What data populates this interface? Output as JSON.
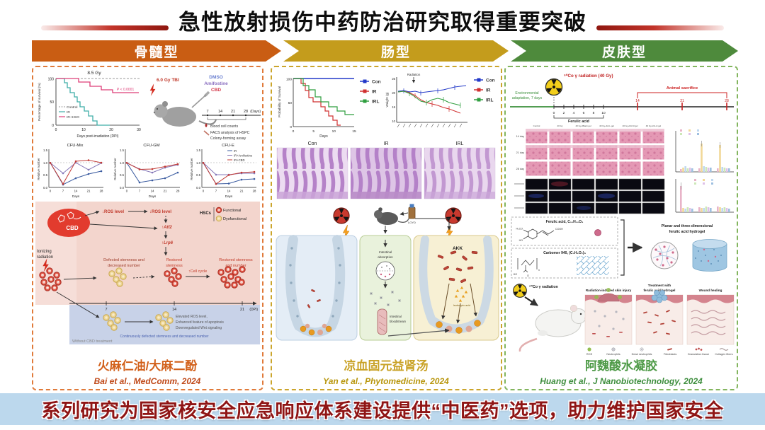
{
  "header": {
    "title": "急性放射损伤中药防治研究取得重要突破"
  },
  "banners": {
    "marrow": "骨髓型",
    "gut": "肠型",
    "skin": "皮肤型"
  },
  "footer": {
    "text": "系列研究为国家核安全应急响应体系建设提供“中医药”选项，助力维护国家安全"
  },
  "marrow": {
    "survival": {
      "title": "8.5 Gy",
      "ylabel": "Percentage of survival (%)",
      "xlabel": "Days post-irradiation (DPI)",
      "yticks": [
        "100",
        "50",
        "0"
      ],
      "xticks": [
        "0",
        "10",
        "20",
        "30"
      ],
      "legend": [
        "Control",
        "IR",
        "IR+HSO"
      ],
      "pvalue": "P < 0.0001"
    },
    "design": {
      "dose": "6.0 Gy TBI",
      "agents": [
        "DMSO",
        "Amifostine",
        "CBD"
      ],
      "ticks": [
        "7",
        "14",
        "21",
        "28"
      ],
      "unit": "(Days)",
      "assays": [
        "Blood cell counts",
        "FACS analysis of HSPC",
        "Colony-forming assay"
      ]
    },
    "cfu": {
      "titles": [
        "CFU-Mix",
        "CFU-GM",
        "CFU-E"
      ],
      "ylabel": "Relative number",
      "xlabel": "Days",
      "yticks": [
        "1.5",
        "1.0",
        "0.5",
        "0.0"
      ],
      "xticks": [
        "0",
        "7",
        "14",
        "21",
        "28"
      ],
      "legend": [
        "IR",
        "IR+Amifostine",
        "IR+CBD"
      ]
    },
    "mechanism": {
      "drug": "CBD",
      "ros1": "↓ROS level",
      "ros2": "↓ROS level",
      "atf2": "↑Atf2",
      "lrp6": "↑Lrp6",
      "hscs": "HSCs",
      "functional": "Functional",
      "dysfunctional": "Dysfunctional",
      "ionizing1": "Ionizing",
      "ionizing2": "radiation",
      "defected1": "Defected stemness and",
      "defected2": "decreased number",
      "restored1": "Restored",
      "restored2": "stemness",
      "cellcycle": "↑Cell cycle",
      "restorednum1": "Restored stemness",
      "restorednum2": "and number",
      "dpi_ticks": [
        "7",
        "14",
        "21"
      ],
      "dpi_unit": "(DPI)",
      "nocbd1": "Elevated ROS level,",
      "nocbd2": "Enhanced feature of apoptosis",
      "nocbd3": "Downregulated Wnt signaling",
      "continuous": "Continuously defected stemness and decreased number",
      "without": "Without CBD treatment"
    },
    "caption": {
      "name": "火麻仁油/大麻二酚",
      "citation": "Bai et al., MedComm, 2024"
    }
  },
  "gut": {
    "survival": {
      "ylabel": "Probability of Survival",
      "xlabel": "Days",
      "yticks": [
        "100",
        "50",
        "0"
      ],
      "xticks": [
        "0",
        "5",
        "10",
        "15"
      ],
      "legend": [
        "Con",
        "IR",
        "IRL"
      ]
    },
    "weight": {
      "annotation": "Radiation",
      "ylabel": "Weight (g)",
      "yticks": [
        "25",
        "20",
        "15",
        "10"
      ],
      "legend": [
        "Con",
        "IR",
        "IRL"
      ]
    },
    "histology": [
      "Con",
      "IR",
      "IRL"
    ],
    "diagram": {
      "bottle": "LGYD",
      "absorption1": "Intestinal",
      "absorption2": "absorption",
      "akk": "AKK",
      "bloodstream1": "Intestinal",
      "bloodstream2": "bloodstream",
      "isobutyric": "Isobutyric acid"
    },
    "caption": {
      "name": "凉血固元益肾汤",
      "citation": "Yan et al., Phytomedicine, 2024"
    }
  },
  "skin": {
    "timeline": {
      "radiation": "⁶⁰Co γ radiation (40 Gy)",
      "adaptation1": "Environmental",
      "adaptation2": "adaptation, 7 days",
      "early_ticks": [
        "0",
        "2",
        "4",
        "6",
        "8",
        "10"
      ],
      "ferulic": "Ferulic acid",
      "sacrifice": "Animal sacrifice",
      "late_ticks": [
        "14",
        "21",
        "28"
      ]
    },
    "he_grid": {
      "row_labels": [
        "14 day",
        "21 day",
        "28 day"
      ],
      "col_labels": [
        "Control",
        "40 Gy",
        "40 Gy+Blank gel",
        "40 Gy+FA-L gel",
        "40 Gy+FA-M gel",
        "40 Gy+FA-H gel"
      ]
    },
    "chemistry": {
      "ferulic": "Ferulic acid, C₁₀H₁₀O₄",
      "carbomer": "Carbomer 940, (C₃H₄O₂)ₙ",
      "hydrogel1": "Planar and three-dimensional",
      "hydrogel2": "ferulic acid hydrogel"
    },
    "wound": {
      "radiation": "⁶⁰Co γ radiation",
      "stage1": "Radiation-induced skin injury",
      "stage2a": "Treatment with",
      "stage2b": "ferulic acid hydrogel",
      "stage3": "Wound healing",
      "legend": [
        "ROS",
        "Neutrophils",
        "Dead neutrophils",
        "Fibroblasts",
        "Granulation tissue",
        "Collagen fibers"
      ]
    },
    "caption": {
      "name": "阿魏酸水凝胶",
      "citation": "Huang et al., J Nanobiotechnology, 2024"
    }
  },
  "chart_data": [
    {
      "type": "line",
      "title": "8.5 Gy",
      "xlabel": "Days post-irradiation (DPI)",
      "ylabel": "Percentage of survival (%)",
      "xlim": [
        0,
        30
      ],
      "ylim": [
        0,
        100
      ],
      "legend_position": "lower left",
      "series": [
        {
          "name": "Control",
          "points": [
            [
              0,
              100
            ],
            [
              30,
              100
            ]
          ]
        },
        {
          "name": "IR",
          "points": [
            [
              0,
              100
            ],
            [
              3,
              100
            ],
            [
              4,
              90
            ],
            [
              6,
              80
            ],
            [
              8,
              70
            ],
            [
              10,
              60
            ],
            [
              12,
              50
            ],
            [
              14,
              40
            ],
            [
              16,
              30
            ],
            [
              18,
              20
            ],
            [
              19,
              10
            ],
            [
              20,
              0
            ]
          ]
        },
        {
          "name": "IR+HSO",
          "points": [
            [
              0,
              100
            ],
            [
              8,
              100
            ],
            [
              9,
              92
            ],
            [
              12,
              85
            ],
            [
              16,
              78
            ],
            [
              20,
              70
            ],
            [
              30,
              70
            ]
          ]
        }
      ],
      "annotations": [
        "P < 0.0001"
      ]
    },
    {
      "type": "line",
      "title": "CFU-Mix",
      "xlabel": "Days",
      "ylabel": "Relative number",
      "x": [
        0,
        7,
        14,
        21,
        28
      ],
      "ylim": [
        0,
        1.5
      ],
      "series": [
        {
          "name": "IR",
          "values": [
            1.0,
            0.12,
            0.37,
            0.55,
            0.65
          ]
        },
        {
          "name": "IR+Amifostine",
          "values": [
            1.0,
            0.57,
            1.0,
            0.72,
            1.0
          ]
        },
        {
          "name": "IR+CBD",
          "values": [
            1.0,
            0.13,
            1.07,
            1.1,
            1.0
          ]
        }
      ]
    },
    {
      "type": "line",
      "title": "CFU-GM",
      "xlabel": "Days",
      "ylabel": "Relative number",
      "x": [
        0,
        7,
        14,
        21,
        28
      ],
      "ylim": [
        0,
        1.5
      ],
      "series": [
        {
          "name": "IR",
          "values": [
            1.0,
            0.2,
            0.3,
            0.37,
            0.6
          ]
        },
        {
          "name": "IR+Amifostine",
          "values": [
            1.0,
            0.75,
            0.6,
            0.8,
            0.92
          ]
        },
        {
          "name": "IR+CBD",
          "values": [
            1.0,
            0.74,
            0.75,
            0.84,
            0.93
          ]
        }
      ]
    },
    {
      "type": "line",
      "title": "CFU-E",
      "xlabel": "Days",
      "ylabel": "Relative number",
      "x": [
        0,
        7,
        14,
        21,
        28
      ],
      "ylim": [
        0,
        1.5
      ],
      "series": [
        {
          "name": "IR",
          "values": [
            1.0,
            0.15,
            0.16,
            0.3,
            0.33
          ]
        },
        {
          "name": "IR+Amifostine",
          "values": [
            1.0,
            0.52,
            0.52,
            0.56,
            0.56
          ]
        },
        {
          "name": "IR+CBD",
          "values": [
            1.0,
            0.15,
            0.5,
            0.6,
            0.62
          ]
        }
      ]
    },
    {
      "type": "line",
      "xlabel": "Days",
      "ylabel": "Probability of Survival",
      "xlim": [
        0,
        15
      ],
      "ylim": [
        0,
        100
      ],
      "series": [
        {
          "name": "Con",
          "points": [
            [
              0,
              100
            ],
            [
              14,
              100
            ]
          ]
        },
        {
          "name": "IR",
          "points": [
            [
              0,
              100
            ],
            [
              2,
              90
            ],
            [
              3,
              75
            ],
            [
              4,
              60
            ],
            [
              7,
              50
            ],
            [
              8,
              40
            ],
            [
              10,
              30
            ],
            [
              11,
              20
            ],
            [
              12,
              10
            ],
            [
              13,
              0
            ]
          ]
        },
        {
          "name": "IRL",
          "points": [
            [
              0,
              100
            ],
            [
              3,
              85
            ],
            [
              4,
              75
            ],
            [
              6,
              60
            ],
            [
              7,
              50
            ],
            [
              9,
              40
            ],
            [
              11,
              32
            ],
            [
              13,
              28
            ],
            [
              14,
              28
            ]
          ]
        }
      ]
    },
    {
      "type": "line",
      "ylabel": "Weight (g)",
      "annotation": "Radiation",
      "values_estimated": true,
      "series": [
        {
          "name": "Con",
          "values": [
            22,
            21.8,
            22,
            21.9,
            21.7,
            21.9,
            22,
            22.2,
            22.4,
            22.8,
            23,
            23.2,
            23.4
          ]
        },
        {
          "name": "IR",
          "values": [
            22,
            21.9,
            21.5,
            20.5,
            19,
            18,
            17.6,
            17.2,
            16.5,
            16,
            15.5,
            15
          ]
        },
        {
          "name": "IRL",
          "values": [
            22,
            21.9,
            21.3,
            20.2,
            19,
            18.5,
            19.3,
            19.6,
            19.2,
            18.3,
            18,
            17.7
          ]
        }
      ]
    }
  ]
}
